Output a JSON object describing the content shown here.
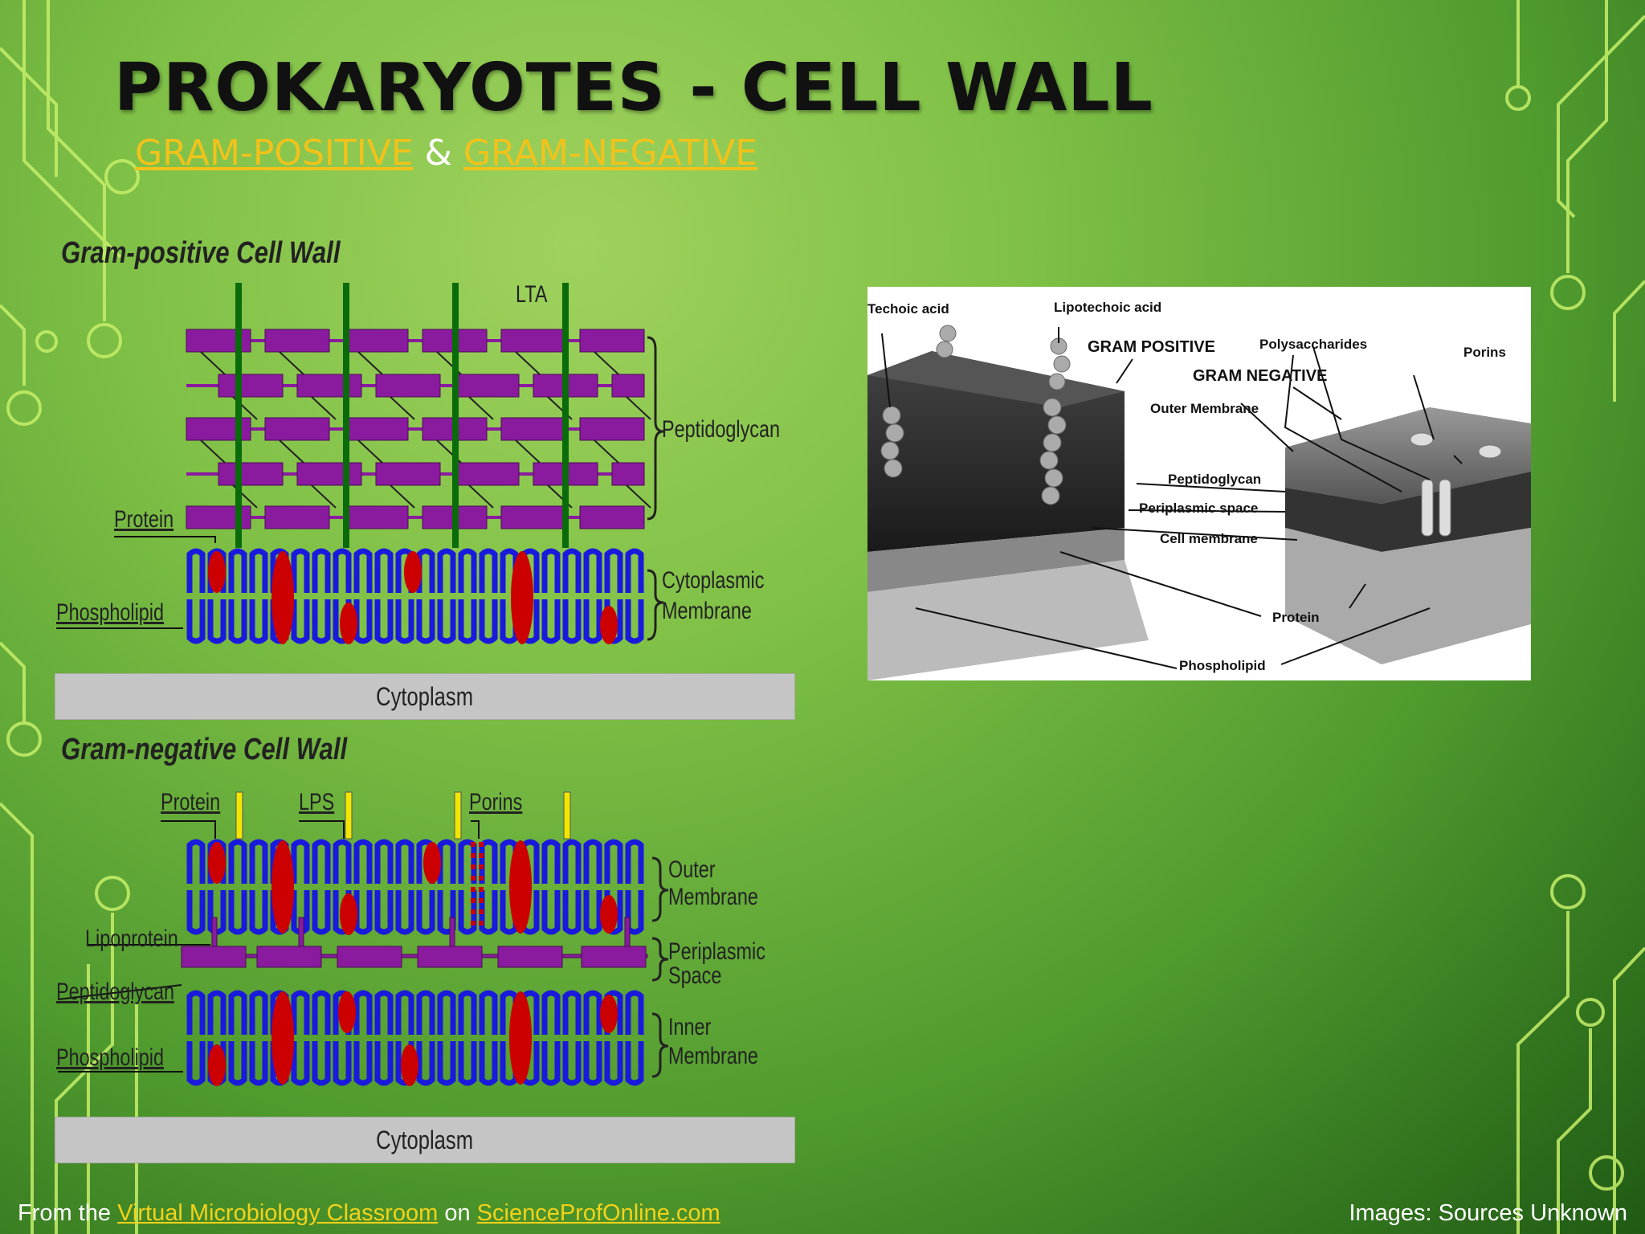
{
  "slide": {
    "title": "PROKARYOTES - CELL WALL",
    "subtitle_link1": "GRAM-POSITIVE",
    "subtitle_amp": "&",
    "subtitle_link2": "GRAM-NEGATIVE"
  },
  "gram_positive": {
    "title": "Gram-positive Cell Wall",
    "lta": "LTA",
    "peptidoglycan": "Peptidoglycan",
    "protein": "Protein",
    "phospholipid": "Phospholipid",
    "cytoplasmic1": "Cytoplasmic",
    "cytoplasmic2": "Membrane",
    "cytoplasm": "Cytoplasm"
  },
  "gram_negative": {
    "title": "Gram-negative Cell Wall",
    "protein": "Protein",
    "lps": "LPS",
    "porins": "Porins",
    "outer1": "Outer",
    "outer2": "Membrane",
    "lipoprotein": "Lipoprotein",
    "peri1": "Periplasmic",
    "peri2": "Space",
    "peptidoglycan": "Peptidoglycan",
    "inner1": "Inner",
    "inner2": "Membrane",
    "phospholipid": "Phospholipid",
    "cytoplasm": "Cytoplasm"
  },
  "photo": {
    "techoic": "Techoic acid",
    "lipotechoic": "Lipotechoic acid",
    "gram_pos": "GRAM POSITIVE",
    "polysacch": "Polysaccharides",
    "porins": "Porins",
    "gram_neg": "GRAM NEGATIVE",
    "outer_membrane": "Outer Membrane",
    "peptidoglycan": "Peptidoglycan",
    "periplasmic": "Periplasmic space",
    "cell_membrane": "Cell membrane",
    "protein": "Protein",
    "phospholipid": "Phospholipid"
  },
  "footer": {
    "from": "From the",
    "link1": "Virtual Microbiology Classroom",
    "on": "on",
    "link2": "ScienceProfOnline.com",
    "credit": "Images: Sources Unknown"
  },
  "colors": {
    "membrane_blue": "#1a1adc",
    "protein_red": "#cc0000",
    "peptidoglycan_purple": "#8a1b9e",
    "lta_green": "#0a6b0a",
    "lps_yellow": "#f2e600",
    "link_yellow": "#f2c21a"
  }
}
